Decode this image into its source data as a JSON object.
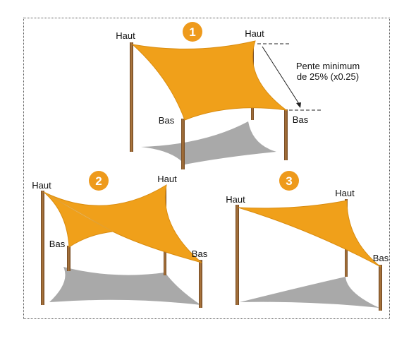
{
  "colors": {
    "sail": "#F0A01A",
    "sail_edge": "#D98C10",
    "shadow": "#A9A9A9",
    "pole": "#8B5E2E",
    "badge": "#EE9A1C",
    "frame_border": "#555555"
  },
  "labels": {
    "high": "Haut",
    "low": "Bas",
    "slope_line1": "Pente minimum",
    "slope_line2": "de 25% (x0.25)"
  },
  "diagrams": [
    {
      "number": "1",
      "shape": "square-sail",
      "corners": [
        "Haut",
        "Haut",
        "Bas",
        "Bas"
      ]
    },
    {
      "number": "2",
      "shape": "square-sail-twisted",
      "corners": [
        "Haut",
        "Haut",
        "Bas",
        "Bas"
      ]
    },
    {
      "number": "3",
      "shape": "triangle-sail",
      "corners": [
        "Haut",
        "Haut",
        "Bas"
      ]
    }
  ]
}
